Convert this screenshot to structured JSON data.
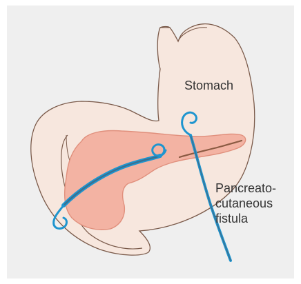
{
  "labels": {
    "stomach": "Stomach",
    "fistula_line1": "Pancreato-",
    "fistula_line2": "cutaneous",
    "fistula_line3": "fistula"
  },
  "colors": {
    "background_panel": "#efefef",
    "stomach_fill": "#f7e7de",
    "stomach_outline": "#7a5a4a",
    "pancreas_fill": "#f3b3a3",
    "pancreas_outline": "#e08f7c",
    "duct": "#8a5a42",
    "stent_blue": "#1e95cf",
    "stent_core": "#3b6f8f"
  },
  "icons": {
    "stent_coil": "pigtail-coil"
  }
}
